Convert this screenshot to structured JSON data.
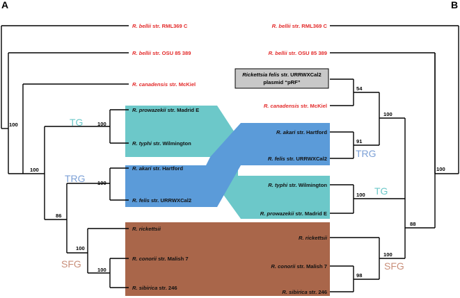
{
  "panels": {
    "left": "A",
    "right": "B"
  },
  "colors": {
    "tg_band": "#6cc8c9",
    "trg_band": "#5b9bd9",
    "sfg_band": "#a9664a",
    "tg_label": "#6cc8c9",
    "trg_label": "#7ca0d6",
    "sfg_label": "#c98f7a",
    "red_taxon": "#e32a2a",
    "plasmid_box": "#c8c8c8"
  },
  "groups": {
    "tg": "TG",
    "trg": "TRG",
    "sfg": "SFG"
  },
  "left_tree": {
    "taxa": [
      {
        "genus": "R. bellii",
        "rest": " str. RML369 C",
        "color": "red"
      },
      {
        "genus": "R. bellii",
        "rest": " str. OSU 85 389",
        "color": "red"
      },
      {
        "genus": "R. canadensis",
        "rest": " str. McKiel",
        "color": "red"
      },
      {
        "genus": "R. prowazekii",
        "rest": " str. Madrid E",
        "color": "black"
      },
      {
        "genus": "R. typhi",
        "rest": " str. Wilmington",
        "color": "black"
      },
      {
        "genus": "R. akari",
        "rest": " str. Hartford",
        "color": "black"
      },
      {
        "genus": "R. felis",
        "rest": " str. URRWXCal2",
        "color": "black"
      },
      {
        "genus": "R. rickettsii",
        "rest": "",
        "color": "black"
      },
      {
        "genus": "R. conorii",
        "rest": " str. Malish 7",
        "color": "black"
      },
      {
        "genus": "R. sibirica",
        "rest": " str. 246",
        "color": "black"
      }
    ],
    "bootstraps": [
      "100",
      "100",
      "100",
      "100",
      "86",
      "100",
      "100"
    ]
  },
  "right_tree": {
    "taxa": [
      {
        "genus": "R. bellii",
        "rest": " str. RML369 C",
        "color": "red"
      },
      {
        "genus": "R. bellii",
        "rest": " str. OSU 85 389",
        "color": "red"
      },
      {
        "genus": "R. canadensis",
        "rest": " str. McKiel",
        "color": "red"
      },
      {
        "genus": "R. akari",
        "rest": " str. Hartford",
        "color": "black"
      },
      {
        "genus": "R. felis",
        "rest": " str. URRWXCal2",
        "color": "black"
      },
      {
        "genus": "R. typhi",
        "rest": " str. Wilmington",
        "color": "black"
      },
      {
        "genus": "R. prowazekii",
        "rest": " str. Madrid E",
        "color": "black"
      },
      {
        "genus": "R. rickettsii",
        "rest": "",
        "color": "black"
      },
      {
        "genus": "R. conorii",
        "rest": " str. Malish 7",
        "color": "black"
      },
      {
        "genus": "R. sibirica",
        "rest": " str. 246",
        "color": "black"
      }
    ],
    "plasmid": {
      "genus": "Rickettsia felis",
      "rest": " str. URRWXCal2",
      "line2": "plasmid “pRF”"
    },
    "bootstraps": [
      "54",
      "100",
      "91",
      "100",
      "88",
      "100",
      "98",
      "100"
    ]
  }
}
